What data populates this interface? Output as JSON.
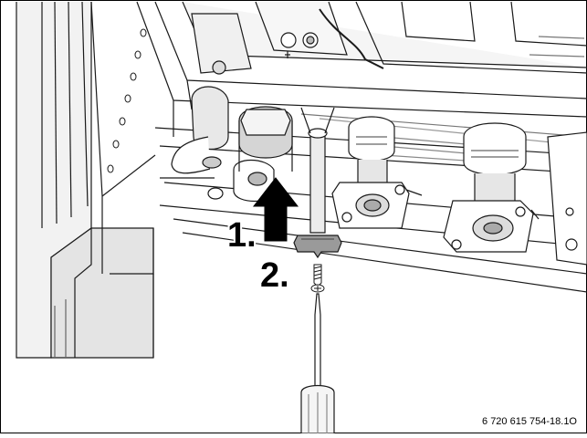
{
  "figure": {
    "step_labels": [
      {
        "text": "1."
      },
      {
        "text": "2."
      }
    ],
    "reference_code": "6 720 615 754-18.1O",
    "colors": {
      "line": "#1a1a1a",
      "frame": "#000000",
      "background": "#ffffff",
      "shade": "#d9d9d9",
      "mid": "#9a9a9a"
    }
  }
}
